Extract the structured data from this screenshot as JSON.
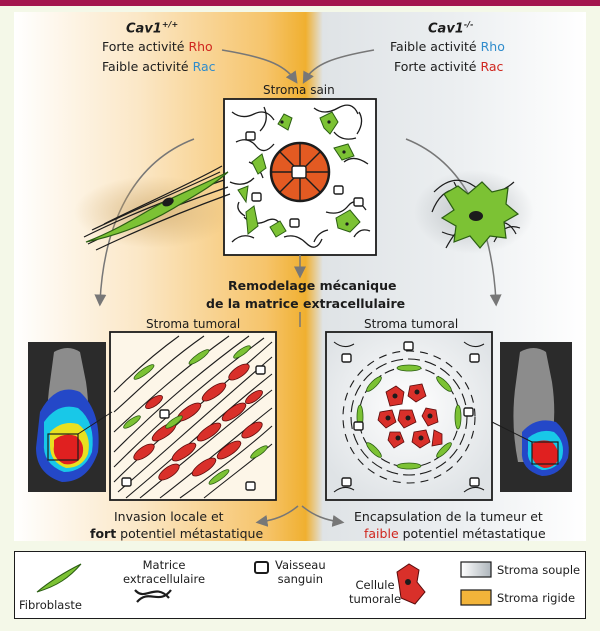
{
  "left_header": {
    "genotype": "Cav1",
    "genotype_sup": "+/+",
    "line1_prefix": "Forte activité ",
    "line1_word": "Rho",
    "line2_prefix": "Faible activité ",
    "line2_word": "Rac"
  },
  "right_header": {
    "genotype": "Cav1",
    "genotype_sup": "-/-",
    "line1_prefix": "Faible activité ",
    "line1_word": "Rho",
    "line2_prefix": "Forte activité ",
    "line2_word": "Rac"
  },
  "healthy_label": "Stroma sain",
  "center_line1": "Remodelage mécanique",
  "center_line2": "de la matrice extracellulaire",
  "tumor_left_label": "Stroma tumoral",
  "tumor_right_label": "Stroma tumoral",
  "left_outcome": {
    "line1": "Invasion locale et",
    "line2_bold": "fort",
    "line2_rest": " potentiel métastatique"
  },
  "right_outcome": {
    "line1": "Encapsulation de la tumeur et",
    "line2_colored": "faible",
    "line2_rest": " potentiel métastatique"
  },
  "legend": {
    "fibroblast": "Fibroblaste",
    "matrix_line1": "Matrice",
    "matrix_line2": "extracellulaire",
    "vessel_line1": "Vaisseau",
    "vessel_line2": "sanguin",
    "cell_line1": "Cellule",
    "cell_line2": "tumorale",
    "soft": "Stroma souple",
    "rigid": "Stroma rigide"
  },
  "colors": {
    "rho_high": "#d0261e",
    "rac_low": "#2f8ccc",
    "rho_low": "#2f8ccc",
    "rac_high": "#d0261e",
    "faible": "#d0261e",
    "fibroblast": "#7cc234",
    "tumor_cell": "#d9302a",
    "accent": "#a3164e"
  },
  "icons": [
    "fibroblast-icon",
    "matrix-fiber-icon",
    "blood-vessel-icon",
    "tumor-cell-icon",
    "mouse-image-icon"
  ]
}
